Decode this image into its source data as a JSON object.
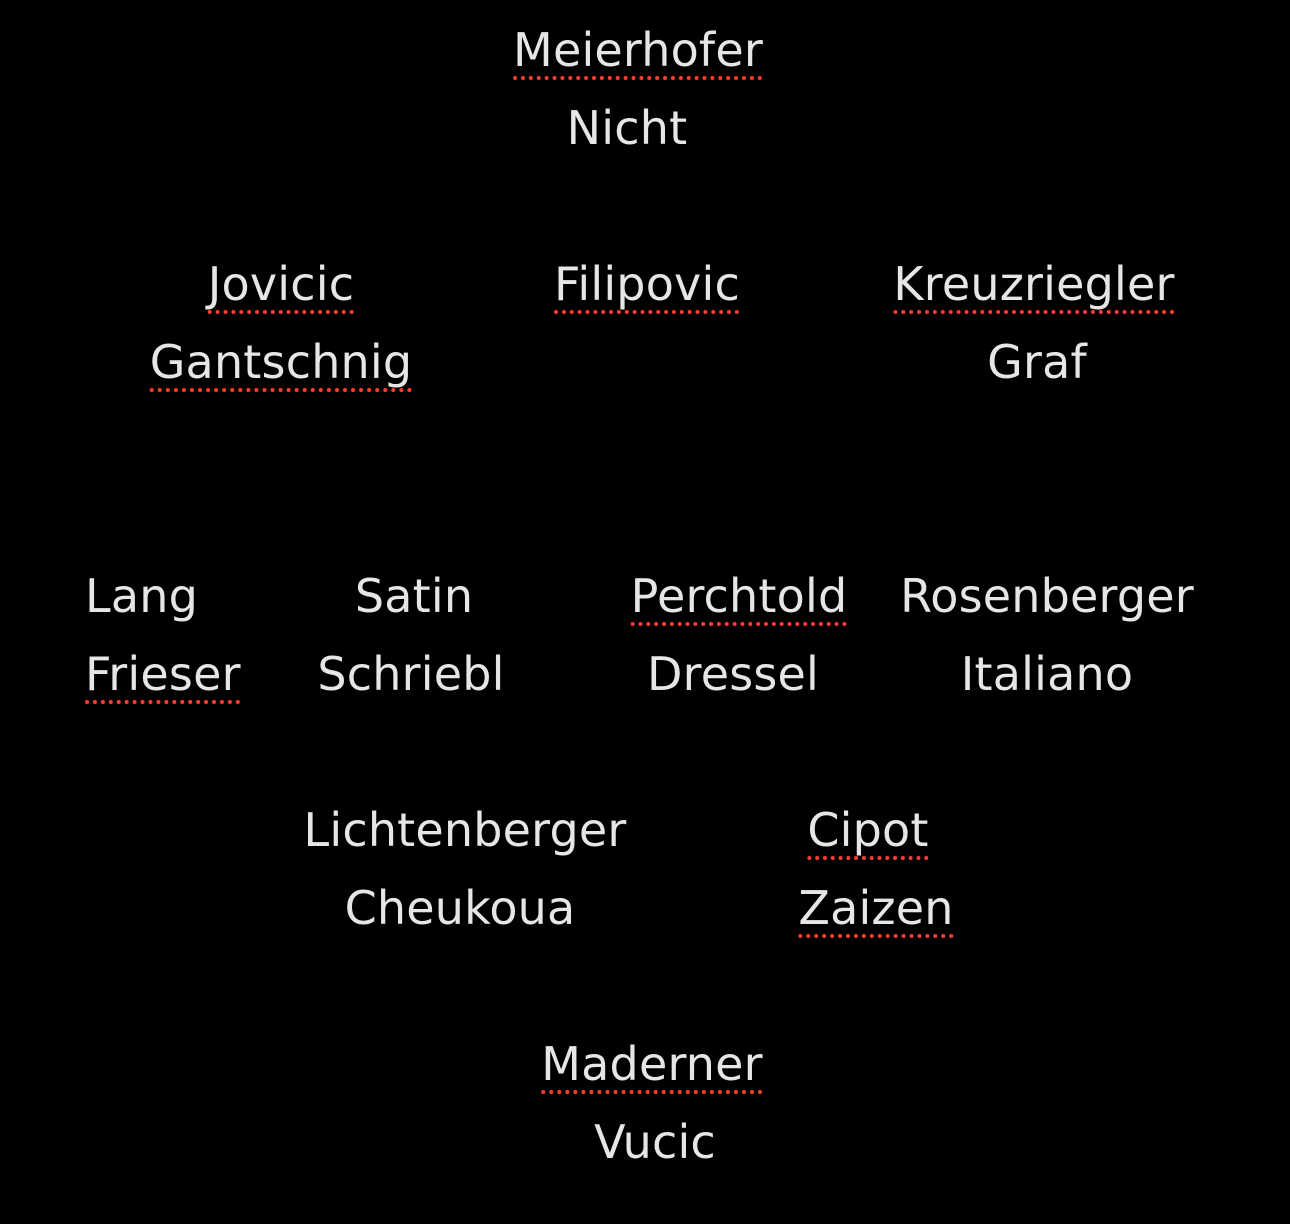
{
  "lineup": {
    "row1": {
      "a": "Meierhofer",
      "b": "Nicht"
    },
    "row2": {
      "left": {
        "a": "Jovicic",
        "b": "Gantschnig"
      },
      "center": {
        "a": "Filipovic"
      },
      "right": {
        "a": "Kreuzriegler",
        "b": "Graf"
      }
    },
    "row3": {
      "col1": {
        "a": "Lang",
        "b": "Frieser"
      },
      "col2": {
        "a": "Satin",
        "b": "Schriebl"
      },
      "col3": {
        "a": "Perchtold",
        "b": "Dressel"
      },
      "col4": {
        "a": "Rosenberger",
        "b": "Italiano"
      }
    },
    "row4": {
      "left": {
        "a": "Lichtenberger",
        "b": "Cheukoua"
      },
      "right": {
        "a": "Cipot",
        "b": "Zaizen"
      }
    },
    "row5": {
      "a": "Maderner",
      "b": "Vucic"
    }
  },
  "colors": {
    "background": "#000000",
    "text": "#e6e6e6",
    "spellcheck_underline": "#ff3b30"
  }
}
